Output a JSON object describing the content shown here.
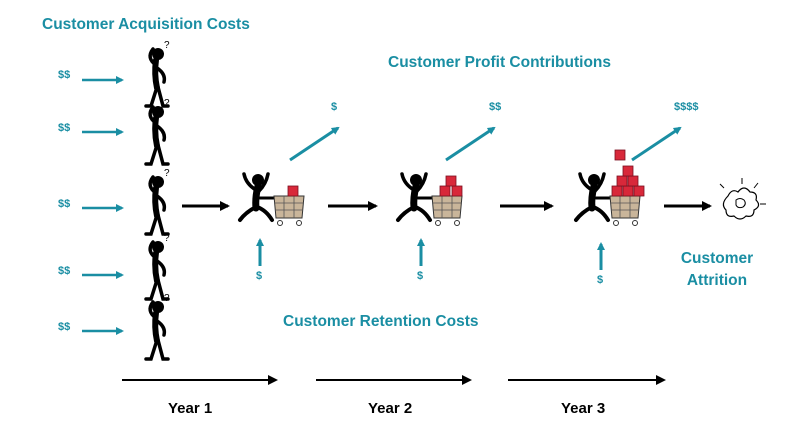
{
  "labels": {
    "acquisition": "Customer Acquisition Costs",
    "profit": "Customer Profit Contributions",
    "retention": "Customer Retention Costs",
    "attrition_line1": "Customer",
    "attrition_line2": "Attrition"
  },
  "acquisition_costs": [
    "$$",
    "$$",
    "$$",
    "$$",
    "$$"
  ],
  "profit_contributions": [
    "$",
    "$$",
    "$$$$"
  ],
  "retention_costs": [
    "$",
    "$",
    "$"
  ],
  "years": [
    "Year 1",
    "Year 2",
    "Year 3"
  ],
  "colors": {
    "accent": "#1a8ea3",
    "box": "#d8283a",
    "figure": "#000000"
  }
}
